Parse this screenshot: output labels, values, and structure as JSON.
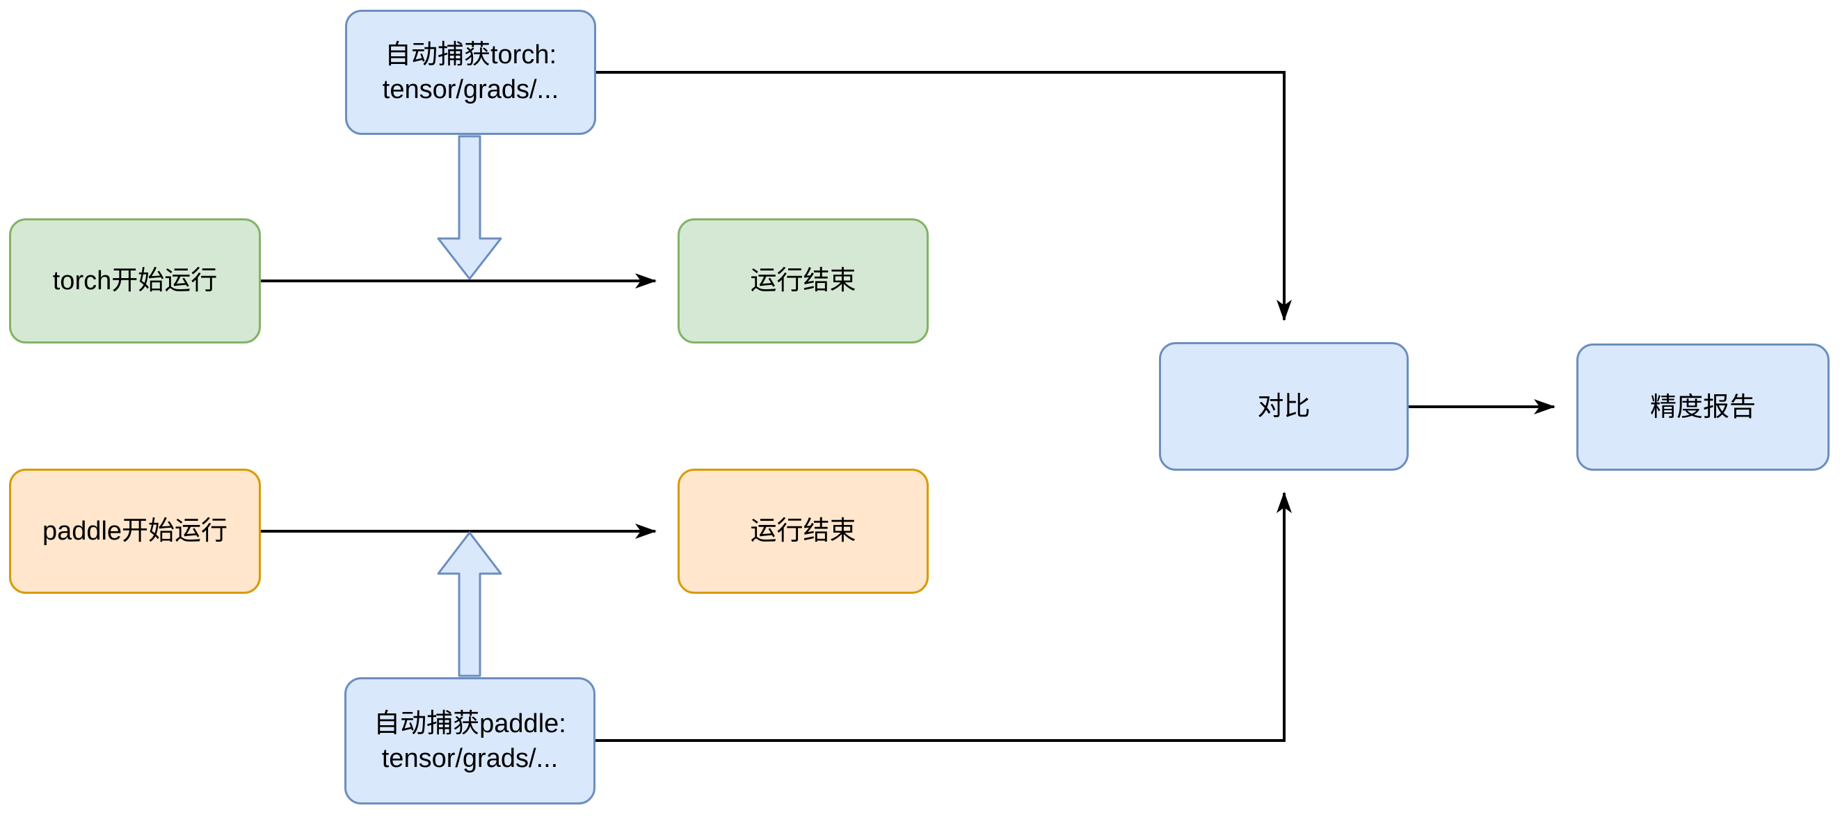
{
  "colors": {
    "background": "#ffffff",
    "connector": "#000000",
    "blue_fill": "#dae8fc",
    "blue_stroke": "#6c8ebf",
    "green_fill": "#d5e8d4",
    "green_stroke": "#82b366",
    "orange_fill": "#ffe6cc",
    "orange_stroke": "#d79b00"
  },
  "nodes": {
    "capture_torch": {
      "line1": "自动捕获torch:",
      "line2": "tensor/grads/..."
    },
    "torch_start": {
      "label": "torch开始运行"
    },
    "torch_end": {
      "label": "运行结束"
    },
    "paddle_start": {
      "label": "paddle开始运行"
    },
    "paddle_end": {
      "label": "运行结束"
    },
    "capture_paddle": {
      "line1": "自动捕获paddle:",
      "line2": "tensor/grads/..."
    },
    "compare": {
      "label": "对比"
    },
    "report": {
      "label": "精度报告"
    }
  }
}
